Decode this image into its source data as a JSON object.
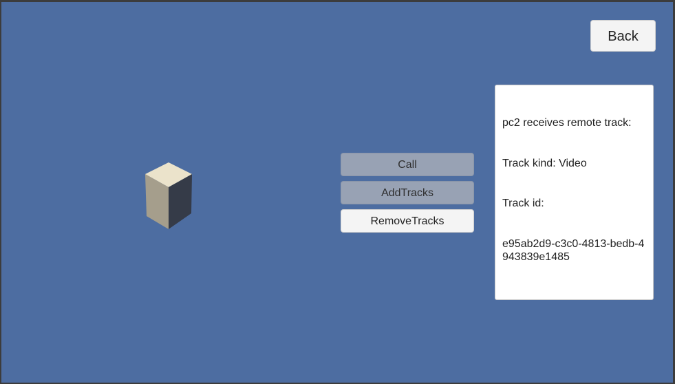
{
  "buttons": {
    "back": "Back",
    "call": "Call",
    "add_tracks": "AddTracks",
    "remove_tracks": "RemoveTracks"
  },
  "button_states": {
    "call": "disabled",
    "add_tracks": "disabled",
    "remove_tracks": "enabled"
  },
  "log": {
    "lines": [
      "pc2 receives remote track:",
      "Track kind: Video",
      "Track id:",
      "e95ab2d9-c3c0-4813-bedb-4943839e1485"
    ]
  },
  "colors": {
    "scene_background": "#4d6da1",
    "cube_top": "#ebe3cb",
    "cube_left": "#a59e8c",
    "cube_right": "#353b48"
  }
}
